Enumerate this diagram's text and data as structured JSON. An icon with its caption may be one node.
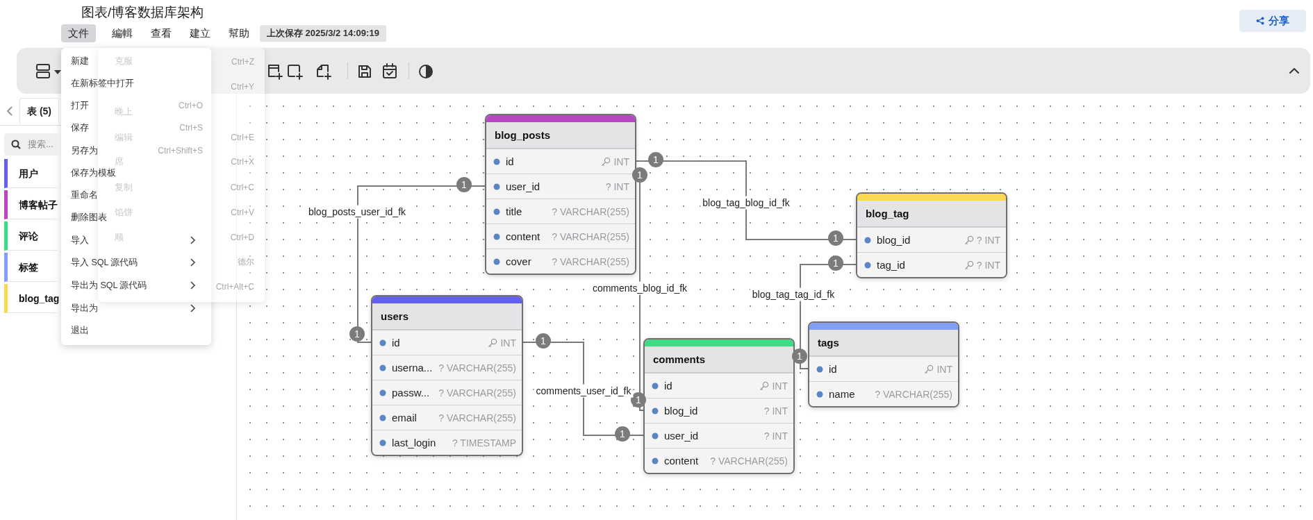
{
  "diagram": {
    "title": "图表/博客数据库架构",
    "nodes": [
      {
        "text": [
          "blog_posts"
        ]
      },
      {
        "text": [
          "id",
          "INT"
        ],
        "in": 0
      },
      {
        "text": [
          "user_id",
          "? INT"
        ],
        "in": 0
      },
      {
        "text": [
          "title",
          "? VARCHAR(255)"
        ],
        "in": 0
      },
      {
        "text": [
          "content",
          "? VARCHAR(255)"
        ],
        "in": 0
      },
      {
        "text": [
          "cover",
          "? VARCHAR(255)"
        ],
        "in": 0
      },
      {
        "text": [
          "blog_tag"
        ]
      },
      {
        "text": [
          "blog_id",
          "? INT"
        ],
        "in": 6
      },
      {
        "text": [
          "tag_id",
          "? INT"
        ],
        "in": 6
      },
      {
        "text": [
          "users"
        ]
      },
      {
        "text": [
          "id",
          "INT"
        ],
        "in": 9
      },
      {
        "text": [
          "userna...",
          "? VARCHAR(255)"
        ],
        "in": 9
      },
      {
        "text": [
          "passw...",
          "? VARCHAR(255)"
        ],
        "in": 9
      },
      {
        "text": [
          "email",
          "? VARCHAR(255)"
        ],
        "in": 9
      },
      {
        "text": [
          "last_login",
          "? TIMESTAMP"
        ],
        "in": 9
      },
      {
        "text": [
          "tags"
        ]
      },
      {
        "text": [
          "id",
          "INT"
        ],
        "in": 15
      },
      {
        "text": [
          "name",
          "? VARCHAR(255)"
        ],
        "in": 15
      },
      {
        "text": [
          "comments"
        ]
      },
      {
        "text": [
          "id",
          "INT"
        ],
        "in": 18
      },
      {
        "text": [
          "blog_id",
          "? INT"
        ],
        "in": 18
      },
      {
        "text": [
          "user_id",
          "? INT"
        ],
        "in": 18
      },
      {
        "text": [
          "content",
          "? VARCHAR(255)"
        ],
        "in": 18
      }
    ],
    "edges": [
      {
        "from": 2,
        "to": 10,
        "arrow": "none",
        "label": "blog_posts_user_id_fk"
      },
      {
        "from": 7,
        "to": 1,
        "arrow": "none",
        "label": "blog_tag_blog_id_fk"
      },
      {
        "from": 20,
        "to": 1,
        "arrow": "none",
        "label": "comments_blog_id_fk"
      },
      {
        "from": 8,
        "to": 16,
        "arrow": "none",
        "label": "blog_tag_tag_id_fk"
      },
      {
        "from": 21,
        "to": 10,
        "arrow": "none",
        "label": "comments_user_id_fk"
      }
    ],
    "labels": [
      "文件",
      "編輯",
      "查看",
      "建立",
      "幫助",
      "上次保存 2025/3/2 14:09:19",
      "分享",
      "新建",
      "在新标签中打开",
      "打开",
      "Ctrl+O",
      "保存",
      "Ctrl+S",
      "另存为",
      "Ctrl+Shift+S",
      "保存为模板",
      "重命名",
      "删除图表",
      "导入",
      "导入 SQL 源代码",
      "导出为 SQL 源代码",
      "导出为",
      "退出",
      "克服",
      "Ctrl+Z",
      "Ctrl+Y",
      "晚上",
      "编辑",
      "Ctrl+E",
      "席",
      "Ctrl+X",
      "复制",
      "Ctrl+C",
      "馅饼",
      "Ctrl+V",
      "顺",
      "Ctrl+D",
      "德尔",
      "Ctrl+Alt+C",
      "表 (5)",
      "搜索...",
      "用户",
      "博客帖子",
      "评论",
      "标签",
      "blog_tag",
      "1",
      "1",
      "1",
      "1",
      "1",
      "1",
      "1",
      "1",
      "1",
      "1"
    ]
  }
}
